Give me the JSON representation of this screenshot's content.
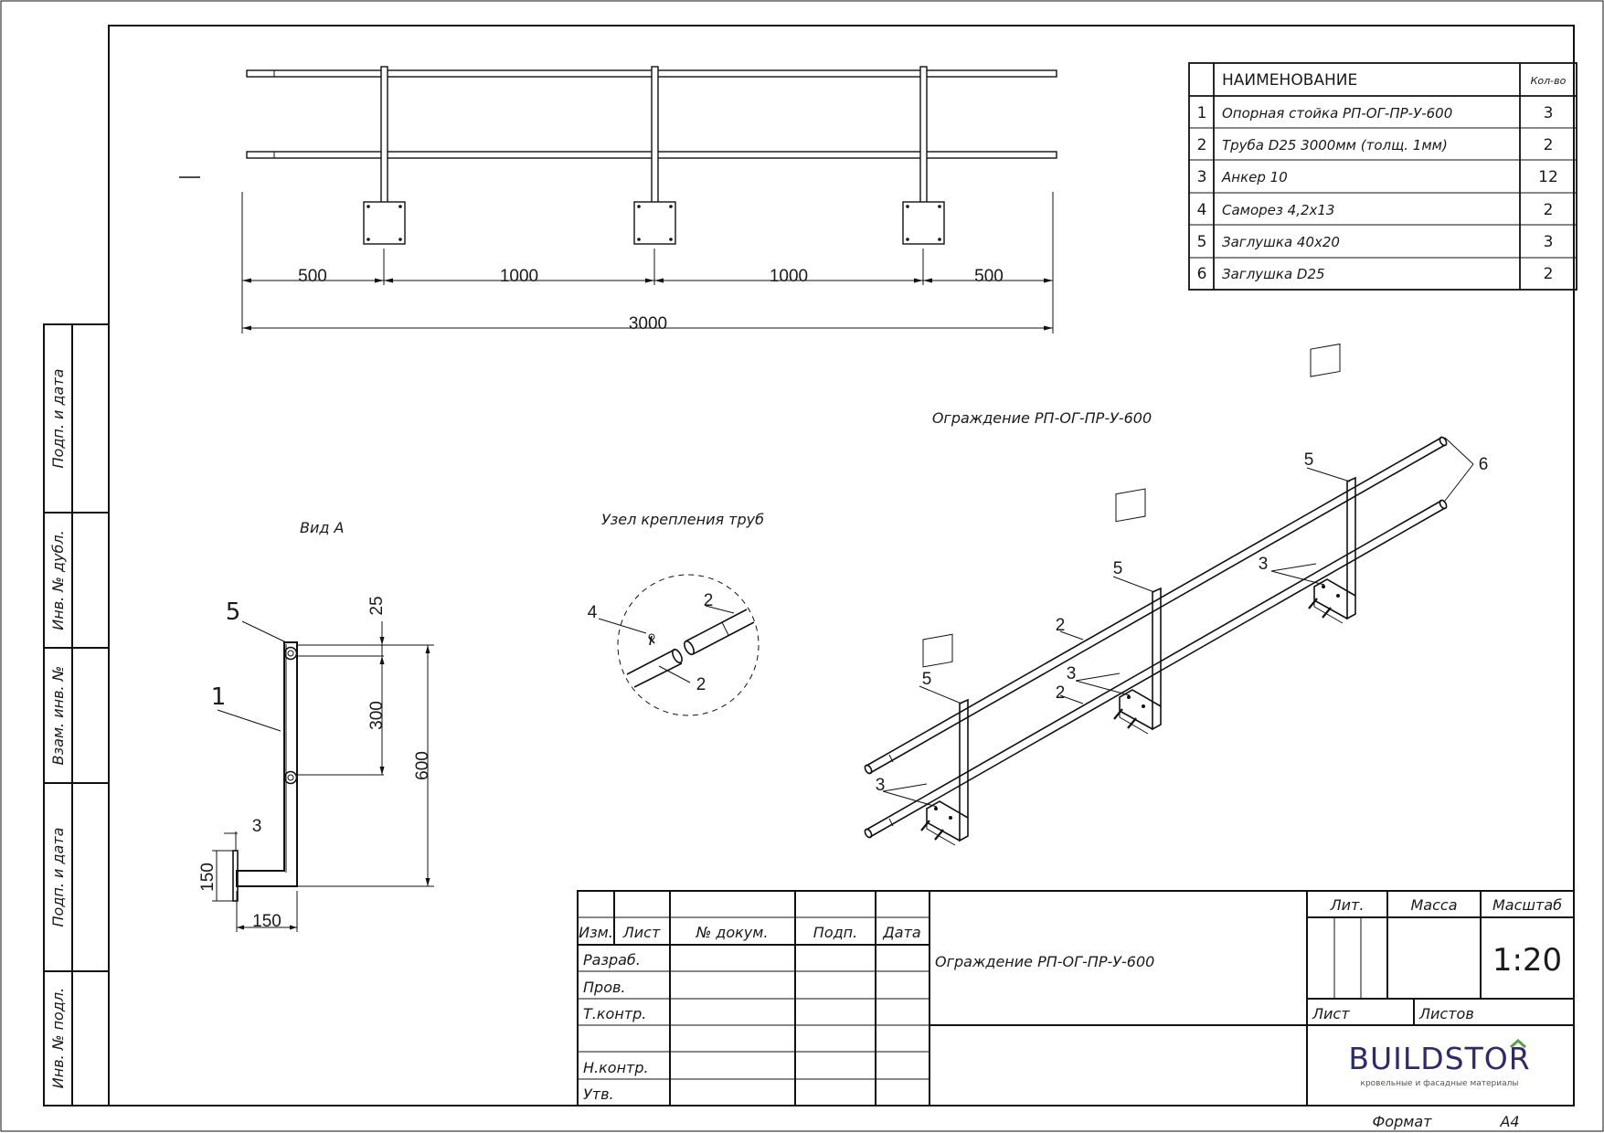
{
  "sheet": {
    "format_label": "Формат",
    "format_value": "A4"
  },
  "side_stamp": [
    "Подп. и дата",
    "Инв. № дубл.",
    "Взам. инв. №",
    "Подп. и дата",
    "Инв. № подл."
  ],
  "top_view": {
    "dims": [
      "500",
      "1000",
      "1000",
      "500"
    ],
    "total": "3000"
  },
  "spec_table": {
    "headers": [
      "НАИМЕНОВАНИЕ",
      "Кол-во"
    ],
    "rows": [
      {
        "num": "1",
        "name": "Опорная стойка РП-ОГ-ПР-У-600",
        "qty": "3"
      },
      {
        "num": "2",
        "name": "Труба D25 3000мм (толщ. 1мм)",
        "qty": "2"
      },
      {
        "num": "3",
        "name": "Анкер 10",
        "qty": "12"
      },
      {
        "num": "4",
        "name": "Саморез 4,2х13",
        "qty": "2"
      },
      {
        "num": "5",
        "name": "Заглушка 40х20",
        "qty": "3"
      },
      {
        "num": "6",
        "name": "Заглушка D25",
        "qty": "2"
      }
    ]
  },
  "view_a": {
    "title": "Вид А",
    "callouts": {
      "post": "1",
      "cap": "5",
      "anchor": "3"
    },
    "dims": {
      "top": "25",
      "mid": "300",
      "overall": "600",
      "foot_h": "150",
      "foot_w": "150"
    }
  },
  "detail": {
    "title": "Узел крепления труб",
    "callouts": {
      "screw": "4",
      "pipe_top": "2",
      "pipe_bottom": "2"
    }
  },
  "iso_view": {
    "title": "Ограждение РП-ОГ-ПР-У-600",
    "callouts": {
      "cap_a": "5",
      "cap_b": "5",
      "cap_c": "5",
      "end_caps": "6",
      "pipe_a": "2",
      "pipe_b": "2",
      "anchor_a": "3",
      "anchor_b": "3",
      "anchor_c": "3"
    }
  },
  "title_block": {
    "col_headers": [
      "Изм.",
      "Лист",
      "№ докум.",
      "Подп.",
      "Дата"
    ],
    "roles": [
      "Разраб.",
      "Пров.",
      "Т.контр.",
      "",
      "Н.контр.",
      "Утв."
    ],
    "drawing_title": "Ограждение РП-ОГ-ПР-У-600",
    "lit_label": "Лит.",
    "mass_label": "Масса",
    "scale_label": "Масштаб",
    "scale_value": "1:20",
    "sheet_label": "Лист",
    "sheets_label": "Листов",
    "brand_name": "BUILDSTOR",
    "brand_tagline": "кровельные и фасадные материалы"
  }
}
